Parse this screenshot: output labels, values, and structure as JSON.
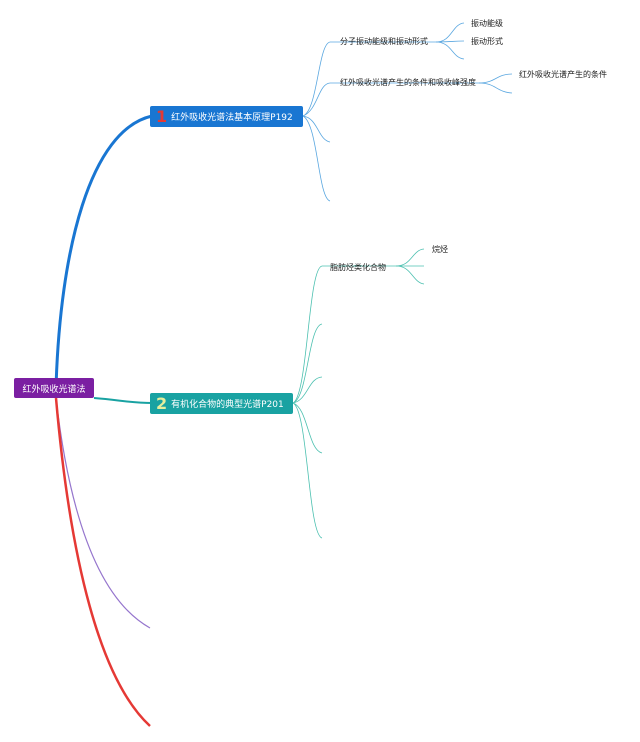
{
  "colors": {
    "root": "#7b1fa2",
    "branch1": "#1976d2",
    "branch2": "#19a2a2",
    "branch3": "#9575cd",
    "branch4": "#e53935",
    "text": "#222222"
  },
  "mindmap": {
    "root": {
      "label": "红外吸收光谱法"
    },
    "branches": [
      {
        "number": "1",
        "label": "红外吸收光谱法基本原理P192",
        "children": [
          {
            "label": "分子振动能级和振动形式",
            "children": [
              {
                "label": "振动能级"
              },
              {
                "label": "振动形式"
              }
            ]
          },
          {
            "label": "红外吸收光谱产生的条件和吸收峰强度",
            "children": [
              {
                "label": "红外吸收光谱产生的条件"
              }
            ]
          }
        ]
      },
      {
        "number": "2",
        "label": "有机化合物的典型光谱P201",
        "children": [
          {
            "label": "脂肪烃类化合物",
            "children": [
              {
                "label": "烷烃"
              }
            ]
          }
        ]
      }
    ]
  }
}
